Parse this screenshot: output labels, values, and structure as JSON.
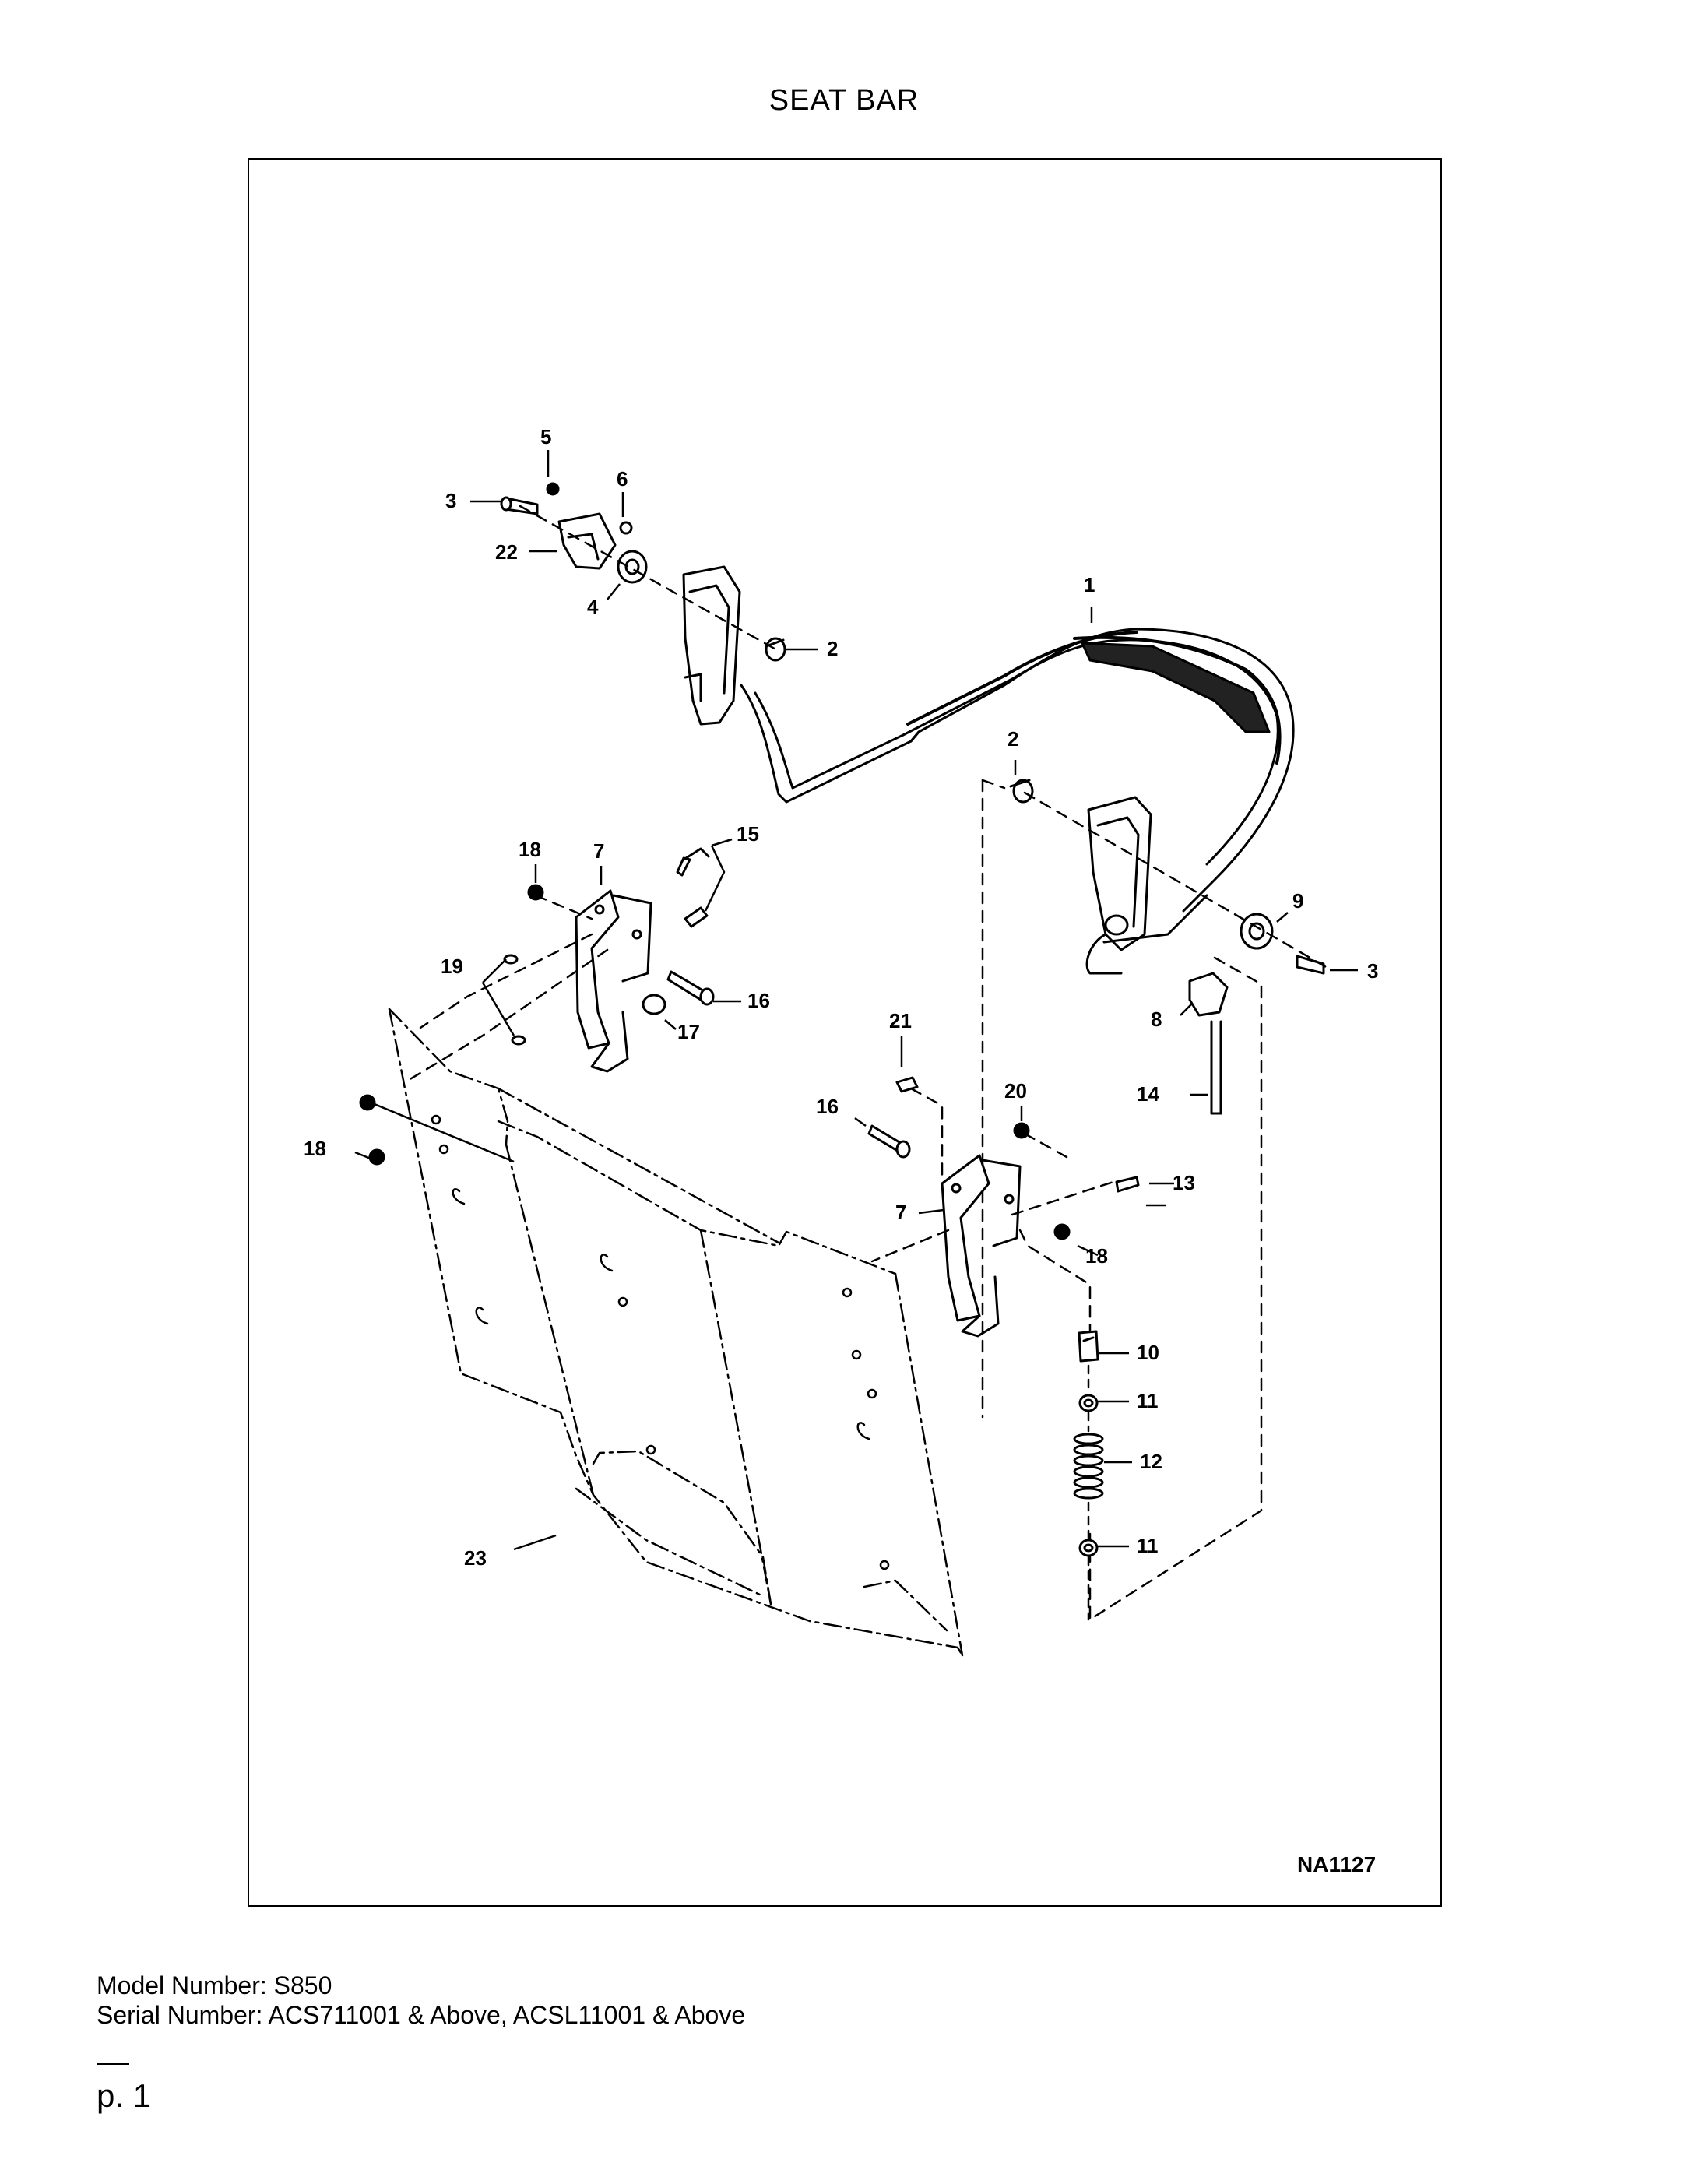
{
  "page_title": "SEAT BAR",
  "figure": {
    "id": "NA1127",
    "callouts": [
      "1",
      "2",
      "2",
      "3",
      "3",
      "4",
      "5",
      "6",
      "7",
      "7",
      "8",
      "9",
      "10",
      "11",
      "11",
      "12",
      "13",
      "14",
      "15",
      "16",
      "16",
      "17",
      "18",
      "18",
      "18",
      "19",
      "20",
      "21",
      "22",
      "23"
    ]
  },
  "footer": {
    "model": "Model Number: S850",
    "serial": "Serial Number: ACS711001 & Above, ACSL11001 & Above",
    "page": "p. 1"
  }
}
